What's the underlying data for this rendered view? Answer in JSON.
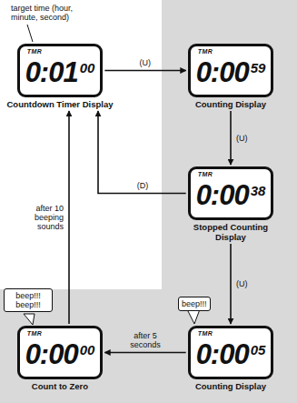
{
  "diagram": {
    "nodes": [
      {
        "text": [
          "TMR",
          "0:01",
          "00",
          "Countdown Timer Display"
        ]
      },
      {
        "text": [
          "TMR",
          "0:00",
          "59",
          "Counting Display"
        ]
      },
      {
        "text": [
          "TMR",
          "0:00",
          "38",
          "Stopped Counting Display"
        ]
      },
      {
        "text": [
          "TMR",
          "0:00",
          "05",
          "Counting Display"
        ]
      },
      {
        "text": [
          "TMR",
          "0:00",
          "00",
          "Count to Zero"
        ]
      }
    ],
    "edges": [
      {
        "from": 0,
        "to": 1,
        "label": "(U)",
        "arrow": "to"
      },
      {
        "from": 1,
        "to": 2,
        "label": "(U)",
        "arrow": "to"
      },
      {
        "from": 2,
        "to": 0,
        "label": "(D)",
        "arrow": "to"
      },
      {
        "from": 2,
        "to": 3,
        "label": "(U)",
        "arrow": "to"
      },
      {
        "from": 3,
        "to": 4,
        "label": "after 5 seconds",
        "arrow": "to"
      },
      {
        "from": 4,
        "to": 0,
        "label": "after 10 beeping sounds",
        "arrow": "to"
      }
    ],
    "labels": [
      "target time (hour, minute, second)",
      "beep!!!",
      "beep!!! beep!!!"
    ]
  }
}
